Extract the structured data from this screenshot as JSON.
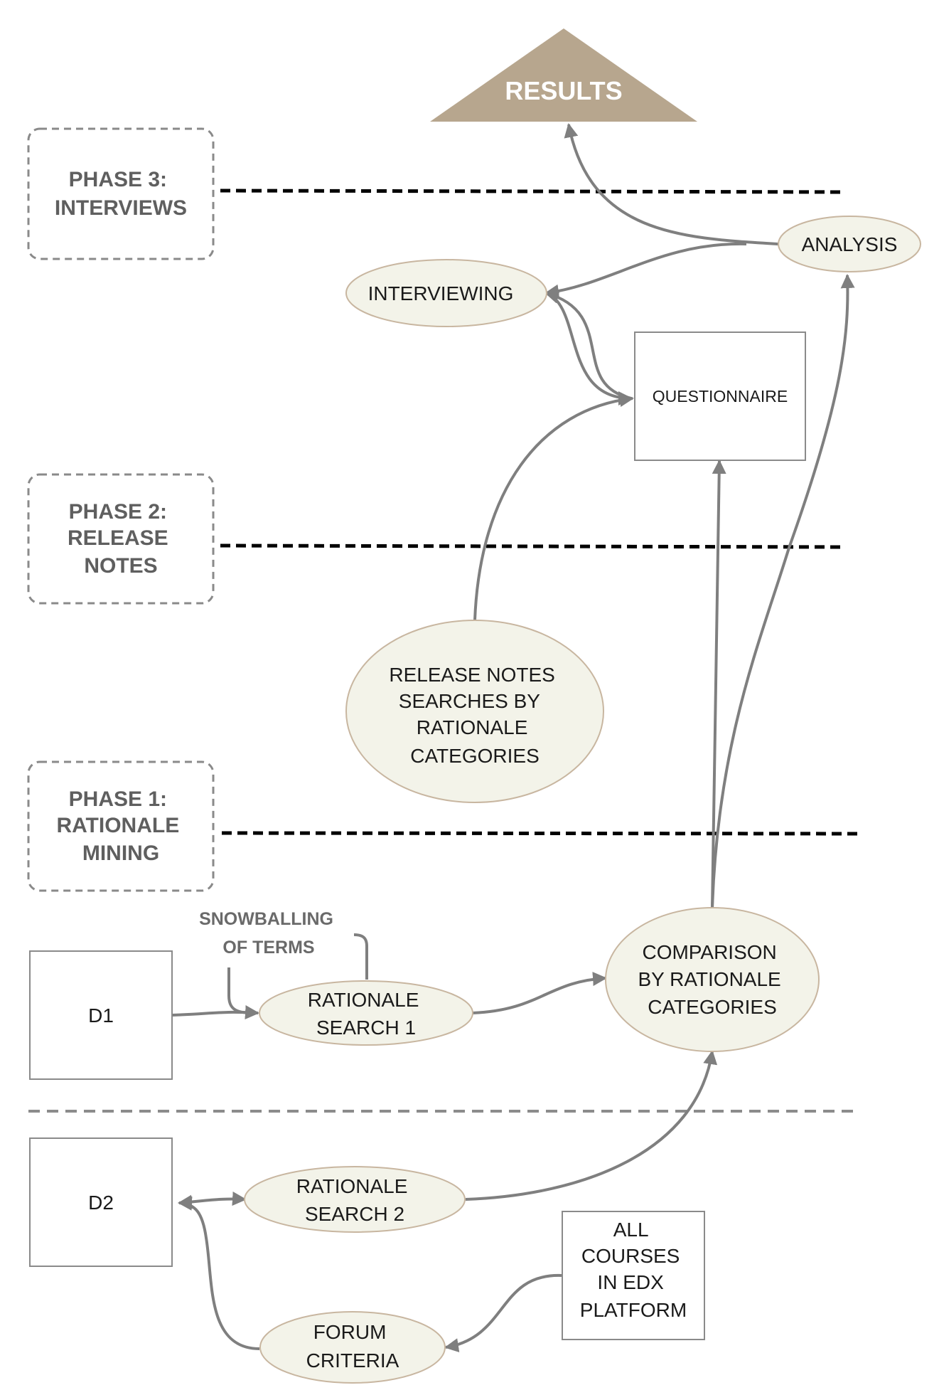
{
  "results": {
    "label": "RESULTS",
    "color": "#b7a68e"
  },
  "phases": {
    "phase3": {
      "lines": [
        "PHASE 3:",
        "INTERVIEWS"
      ]
    },
    "phase2": {
      "lines": [
        "PHASE 2:",
        "RELEASE",
        "NOTES"
      ]
    },
    "phase1": {
      "lines": [
        "PHASE 1:",
        "RATIONALE",
        "MINING"
      ]
    }
  },
  "nodes": {
    "analysis": {
      "lines": [
        "ANALYSIS"
      ]
    },
    "interviewing": {
      "lines": [
        "INTERVIEWING"
      ]
    },
    "questionnaire": {
      "lines": [
        "QUESTIONNAIRE"
      ]
    },
    "release_notes_searches": {
      "lines": [
        "RELEASE NOTES",
        "SEARCHES BY",
        "RATIONALE",
        "CATEGORIES"
      ]
    },
    "comparison": {
      "lines": [
        "COMPARISON",
        "BY RATIONALE",
        "CATEGORIES"
      ]
    },
    "d1": {
      "lines": [
        "D1"
      ]
    },
    "rationale_search_1": {
      "lines": [
        "RATIONALE",
        "SEARCH 1"
      ]
    },
    "d2": {
      "lines": [
        "D2"
      ]
    },
    "rationale_search_2": {
      "lines": [
        "RATIONALE",
        "SEARCH 2"
      ]
    },
    "forum_criteria": {
      "lines": [
        "FORUM",
        "CRITERIA"
      ]
    },
    "all_courses": {
      "lines": [
        "ALL",
        "COURSES",
        "IN EDX",
        "PLATFORM"
      ]
    }
  },
  "annotations": {
    "snowballing": {
      "lines": [
        "SNOWBALLING",
        "OF TERMS"
      ]
    }
  },
  "colors": {
    "ellipse_fill": "#f3f3e9",
    "ellipse_stroke": "#c8b6a0",
    "edge": "#7f7f7f",
    "phase_text": "#5f5f5f"
  }
}
